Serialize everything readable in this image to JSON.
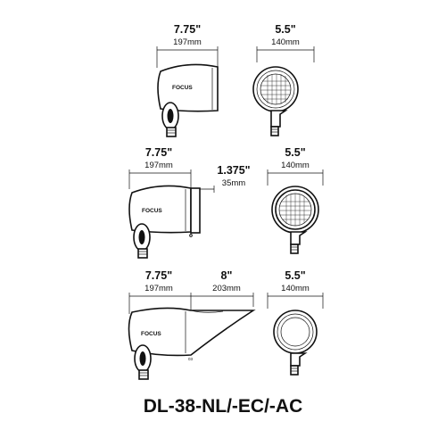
{
  "model_name": "DL-38-NL/-EC/-AC",
  "brand_label": "FOCUS",
  "variants": [
    {
      "name": "DL-38-NL",
      "length": {
        "in": "7.75\"",
        "mm": "197mm"
      },
      "diameter": {
        "in": "5.5\"",
        "mm": "140mm"
      }
    },
    {
      "name": "DL-38-EC",
      "length": {
        "in": "7.75\"",
        "mm": "197mm"
      },
      "accessory": {
        "in": "1.375\"",
        "mm": "35mm"
      },
      "diameter": {
        "in": "5.5\"",
        "mm": "140mm"
      }
    },
    {
      "name": "DL-38-AC",
      "length": {
        "in": "7.75\"",
        "mm": "197mm"
      },
      "accessory": {
        "in": "8\"",
        "mm": "203mm"
      },
      "diameter": {
        "in": "5.5\"",
        "mm": "140mm"
      }
    }
  ]
}
